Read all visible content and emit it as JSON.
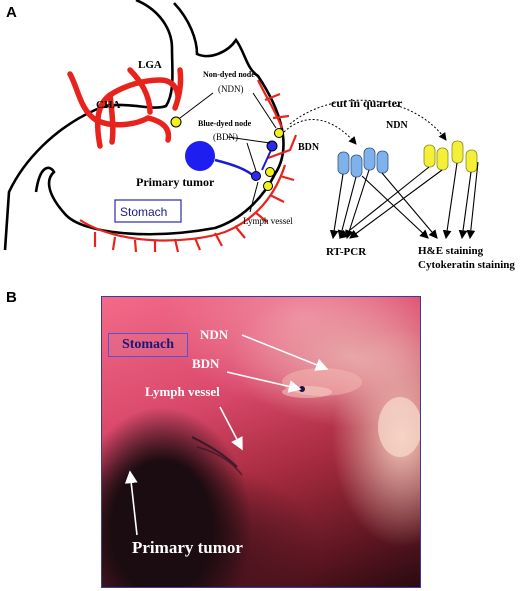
{
  "panel_a": {
    "letter": "A",
    "labels": {
      "lga": "LGA",
      "cha": "CHA",
      "non_dyed_line1": "Non-dyed node",
      "non_dyed_line2": "(NDN)",
      "blue_dyed_line1": "Blue-dyed node",
      "blue_dyed_line2": "(BDN)",
      "primary_tumor": "Primary tumor",
      "stomach": "Stomach",
      "lymph_vessel": "Lymph vessel",
      "cut_in_quarter": "cut in quarter",
      "ndn": "NDN",
      "bdn": "BDN",
      "rt_pcr": "RT-PCR",
      "he_staining": "H&E staining",
      "cytokeratin": "Cytokeratin staining"
    },
    "colors": {
      "artery": "#e8231d",
      "blue_node": "#2a2af0",
      "yellow_node": "#f2f21a",
      "blue_quarter": "#7fb2ea",
      "yellow_quarter": "#f3f037",
      "lymph_vessel": "#1a1ad8"
    }
  },
  "panel_b": {
    "letter": "B",
    "labels": {
      "stomach": "Stomach",
      "ndn": "NDN",
      "bdn": "BDN",
      "lymph_vessel": "Lymph vessel",
      "primary_tumor": "Primary tumor"
    }
  }
}
